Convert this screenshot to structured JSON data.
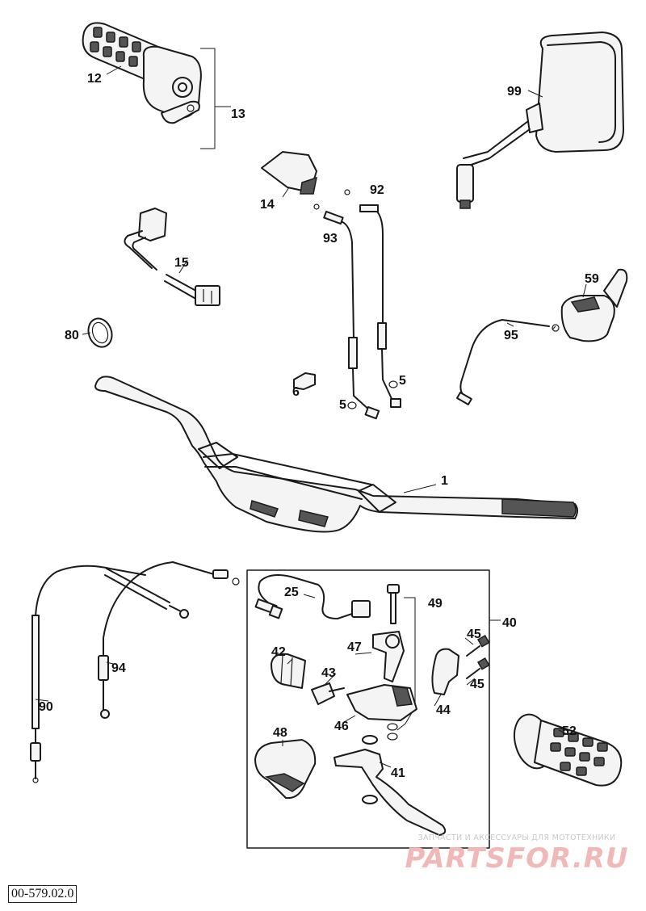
{
  "document_code": "00-579.02.0",
  "watermark": {
    "tagline": "ЗАПЧАСТИ И АКСЕССУАРЫ ДЛЯ МОТОТЕХНИКИ",
    "brand": "PARTSFOR.RU"
  },
  "callouts": {
    "p1": "1",
    "p5a": "5",
    "p5b": "5",
    "p6": "6",
    "p12": "12",
    "p13": "13",
    "p14": "14",
    "p15": "15",
    "p25": "25",
    "p40": "40",
    "p41": "41",
    "p42": "42",
    "p43": "43",
    "p44": "44",
    "p45a": "45",
    "p45b": "45",
    "p46": "46",
    "p47": "47",
    "p48": "48",
    "p49": "49",
    "p52": "52",
    "p59": "59",
    "p80": "80",
    "p90": "90",
    "p92": "92",
    "p93": "93",
    "p94": "94",
    "p95": "95",
    "p99": "99"
  }
}
